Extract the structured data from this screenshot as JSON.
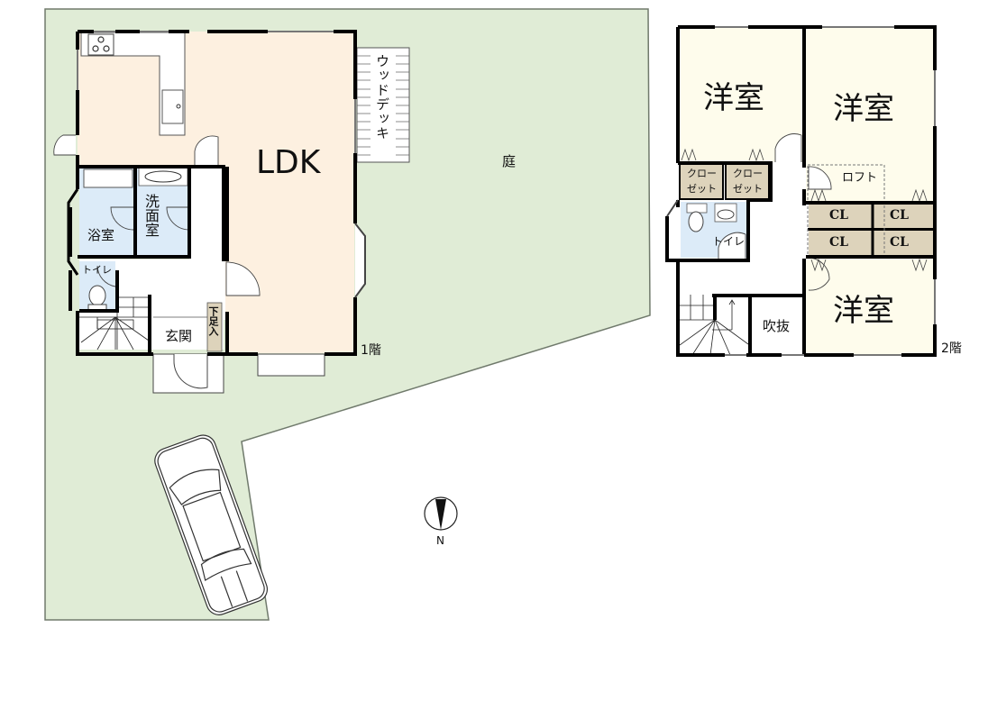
{
  "floor1": {
    "floor_label": "1階",
    "rooms": {
      "ldk": "LDK",
      "bath": "浴室",
      "washroom": "洗面室",
      "toilet": "トイレ",
      "entrance": "玄関",
      "shoe_storage": "下足入",
      "wood_deck": "ウッドデッキ",
      "garden": "庭"
    }
  },
  "floor2": {
    "floor_label": "2階",
    "rooms": {
      "western_room_1": "洋室",
      "western_room_2": "洋室",
      "western_room_3": "洋室",
      "closet_1_line1": "クロー",
      "closet_1_line2": "ゼット",
      "closet_2_line1": "クロー",
      "closet_2_line2": "ゼット",
      "loft": "ロフト",
      "cl_1": "CL",
      "cl_2": "CL",
      "cl_3": "CL",
      "cl_4": "CL",
      "toilet": "トイレ",
      "void": "吹抜"
    }
  },
  "compass": {
    "label": "N",
    "icon": "north-arrow-icon"
  },
  "colors": {
    "lot": "#e0ecd6",
    "lot_border": "#707a6c",
    "ldk": "#fdf0e0",
    "western_room": "#fefcec",
    "wet_area": "#dcebf8",
    "storage": "#ddd3bb",
    "wall": "#000000"
  }
}
